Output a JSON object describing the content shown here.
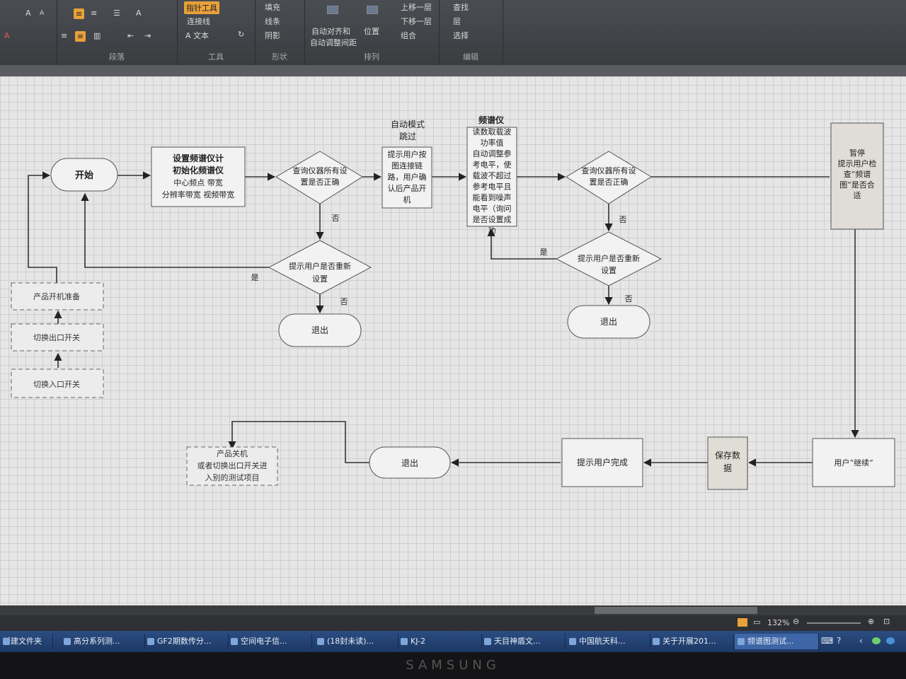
{
  "ribbon": {
    "font_grow": "A",
    "font_shrink": "A",
    "font_color": "A",
    "style_a": "A",
    "pointer_tool": "指针工具",
    "connector": "连接线",
    "text_tool": "A 文本",
    "fill": "填充",
    "line": "线条",
    "shadow": "阴影",
    "auto_align_line1": "自动对齐和",
    "auto_align_line2": "自动调整间距",
    "position": "位置",
    "bring_forward": "上移一层",
    "send_backward": "下移一层",
    "group": "组合",
    "find": "查找",
    "layer": "层",
    "select": "选择",
    "group_paragraph": "段落",
    "group_tools": "工具",
    "group_shape": "形状",
    "group_arrange": "排列",
    "group_edit": "编辑"
  },
  "flow": {
    "start": "开始",
    "setup_title_1": "设置频谱仪计",
    "setup_title_2": "初始化频谱仪",
    "setup_line_3": "中心频点 带宽",
    "setup_line_4": "分辨率带宽 视频带宽",
    "check1_line1": "查询仪器所有设",
    "check1_line2": "置是否正确",
    "no1": "否",
    "auto_mode_1": "自动模式",
    "auto_mode_2": "跳过",
    "prompt_connect": [
      "提示用户按",
      "图连接链",
      "路，用户确",
      "认后产品开",
      "机"
    ],
    "spectrum_title": "频谱仪",
    "spectrum_body": [
      "读数取载波",
      "功率值",
      "自动调整参",
      "考电平，使",
      "载波不超过",
      "参考电平且",
      "能看到噪声",
      "电平（询问",
      "是否设置成",
      "功"
    ],
    "check2_line1": "查询仪器所有设",
    "check2_line2": "置是否正确",
    "no2": "否",
    "reset1_line1": "提示用户是否重新",
    "reset1_line2": "设置",
    "yes1": "是",
    "no3": "否",
    "exit1": "退出",
    "reset2_line1": "提示用户是否重新",
    "reset2_line2": "设置",
    "yes2": "是",
    "no4": "否",
    "exit2": "退出",
    "pause_lines": [
      "暂停",
      "提示用户检",
      "查“频谱",
      "图”是否合",
      "适"
    ],
    "prep1": "产品开机准备",
    "prep2": "切换出口开关",
    "prep3": "切换入口开关",
    "user_continue": "用户“继续”",
    "save_data_1": "保存数",
    "save_data_2": "据",
    "notify_done": "提示用户完成",
    "exit3": "退出",
    "end_line1": "产品关机",
    "end_line2": "或者切换出口开关进",
    "end_line3": "入别的测试项目"
  },
  "status": {
    "zoom": "132%"
  },
  "taskbar": {
    "items": [
      "新建文件夹",
      "高分系列测...",
      "GF2期数传分...",
      "空间电子信...",
      "(18封未读)...",
      "KJ-2",
      "天目神盾文...",
      "中国航天科...",
      "关于开展201...",
      "频谱图测试..."
    ]
  },
  "bezel": {
    "brand": "SAMSUNG"
  }
}
